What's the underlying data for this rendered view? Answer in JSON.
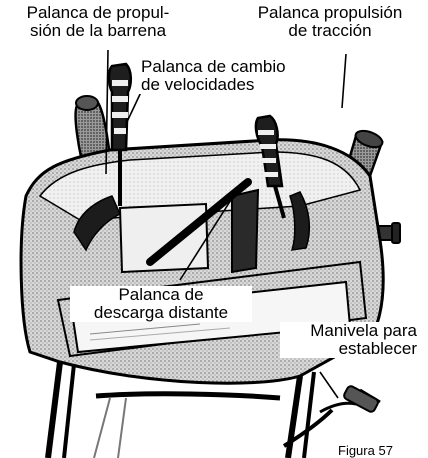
{
  "labels": {
    "auger_lever": [
      "Palanca de propul-",
      "sión de la barrena"
    ],
    "traction_lever": [
      "Palanca propulsión",
      "de tracción"
    ],
    "speed_lever": [
      "Palanca de cambio",
      "de velocidades"
    ],
    "discharge_lever": [
      "Palanca de",
      "descarga distante"
    ],
    "crank": [
      "Manivela para",
      "establecer"
    ],
    "figure": "Figura 57"
  }
}
